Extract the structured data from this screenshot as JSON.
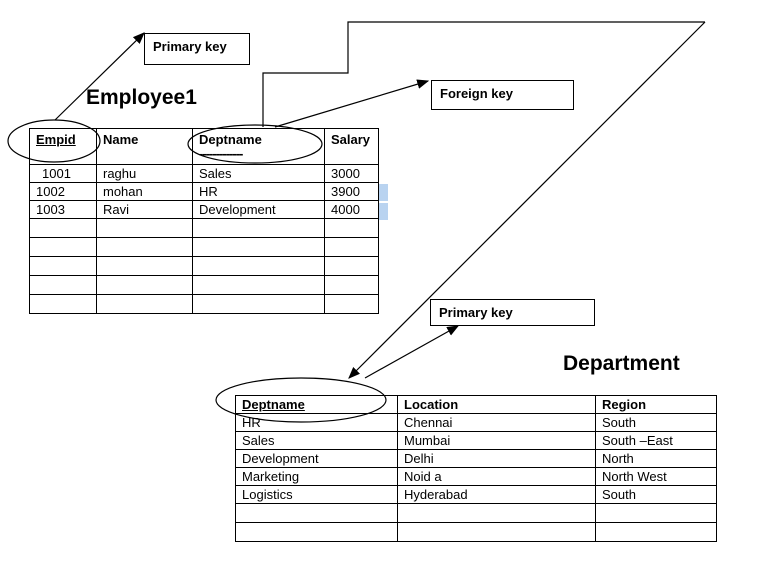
{
  "labels": {
    "primary_key_top": "Primary key",
    "foreign_key": "Foreign key",
    "primary_key_bottom": "Primary key"
  },
  "employee": {
    "title": "Employee1",
    "headers": [
      "Empid",
      "Name",
      "Deptname",
      "Salary"
    ],
    "deptname_underline": "-------------",
    "rows": [
      [
        "1001",
        "raghu",
        "Sales",
        "3000"
      ],
      [
        "1002",
        "mohan",
        "HR",
        "3900"
      ],
      [
        "1003",
        "Ravi",
        "Development",
        "4000"
      ]
    ]
  },
  "department": {
    "title": "Department",
    "headers": [
      "Deptname",
      "Location",
      "Region"
    ],
    "rows": [
      [
        "HR",
        "Chennai",
        "South"
      ],
      [
        "Sales",
        "Mumbai",
        "South –East"
      ],
      [
        "Development",
        "Delhi",
        "North"
      ],
      [
        "Marketing",
        "Noid a",
        "North West"
      ],
      [
        "Logistics",
        "Hyderabad",
        "South"
      ]
    ]
  }
}
